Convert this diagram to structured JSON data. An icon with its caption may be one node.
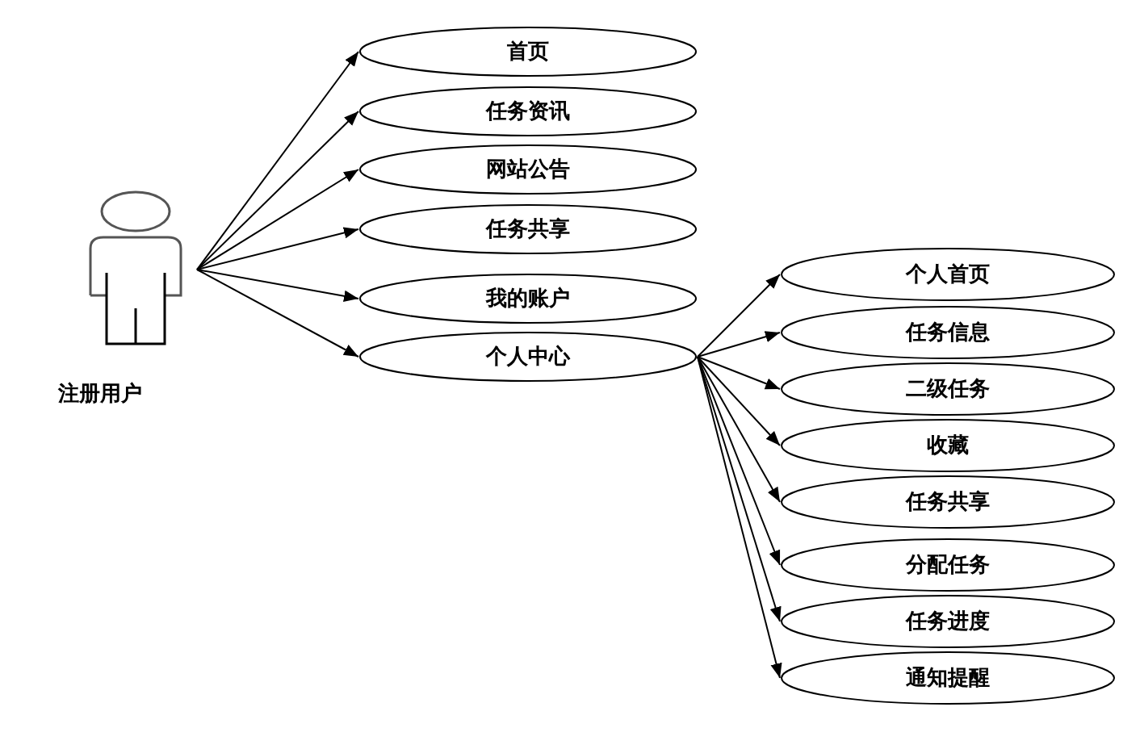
{
  "diagram": {
    "nodes": [
      {
        "text": [
          "注册用户"
        ]
      },
      {
        "text": [
          "首页"
        ]
      },
      {
        "text": [
          "任务资讯"
        ]
      },
      {
        "text": [
          "网站公告"
        ]
      },
      {
        "text": [
          "任务共享"
        ]
      },
      {
        "text": [
          "我的账户"
        ]
      },
      {
        "text": [
          "个人中心"
        ]
      },
      {
        "text": [
          "个人首页"
        ]
      },
      {
        "text": [
          "任务信息"
        ]
      },
      {
        "text": [
          "二级任务"
        ]
      },
      {
        "text": [
          "收藏"
        ]
      },
      {
        "text": [
          "任务共享"
        ]
      },
      {
        "text": [
          "分配任务"
        ]
      },
      {
        "text": [
          "任务进度"
        ]
      },
      {
        "text": [
          "通知提醒"
        ]
      }
    ],
    "edges": [
      {
        "from": 0,
        "to": 1,
        "arrow": "to"
      },
      {
        "from": 0,
        "to": 2,
        "arrow": "to"
      },
      {
        "from": 0,
        "to": 3,
        "arrow": "to"
      },
      {
        "from": 0,
        "to": 4,
        "arrow": "to"
      },
      {
        "from": 0,
        "to": 5,
        "arrow": "to"
      },
      {
        "from": 0,
        "to": 6,
        "arrow": "to"
      },
      {
        "from": 6,
        "to": 7,
        "arrow": "to"
      },
      {
        "from": 6,
        "to": 8,
        "arrow": "to"
      },
      {
        "from": 6,
        "to": 9,
        "arrow": "to"
      },
      {
        "from": 6,
        "to": 10,
        "arrow": "to"
      },
      {
        "from": 6,
        "to": 11,
        "arrow": "to"
      },
      {
        "from": 6,
        "to": 12,
        "arrow": "to"
      },
      {
        "from": 6,
        "to": 13,
        "arrow": "to"
      },
      {
        "from": 6,
        "to": 14,
        "arrow": "to"
      }
    ]
  }
}
